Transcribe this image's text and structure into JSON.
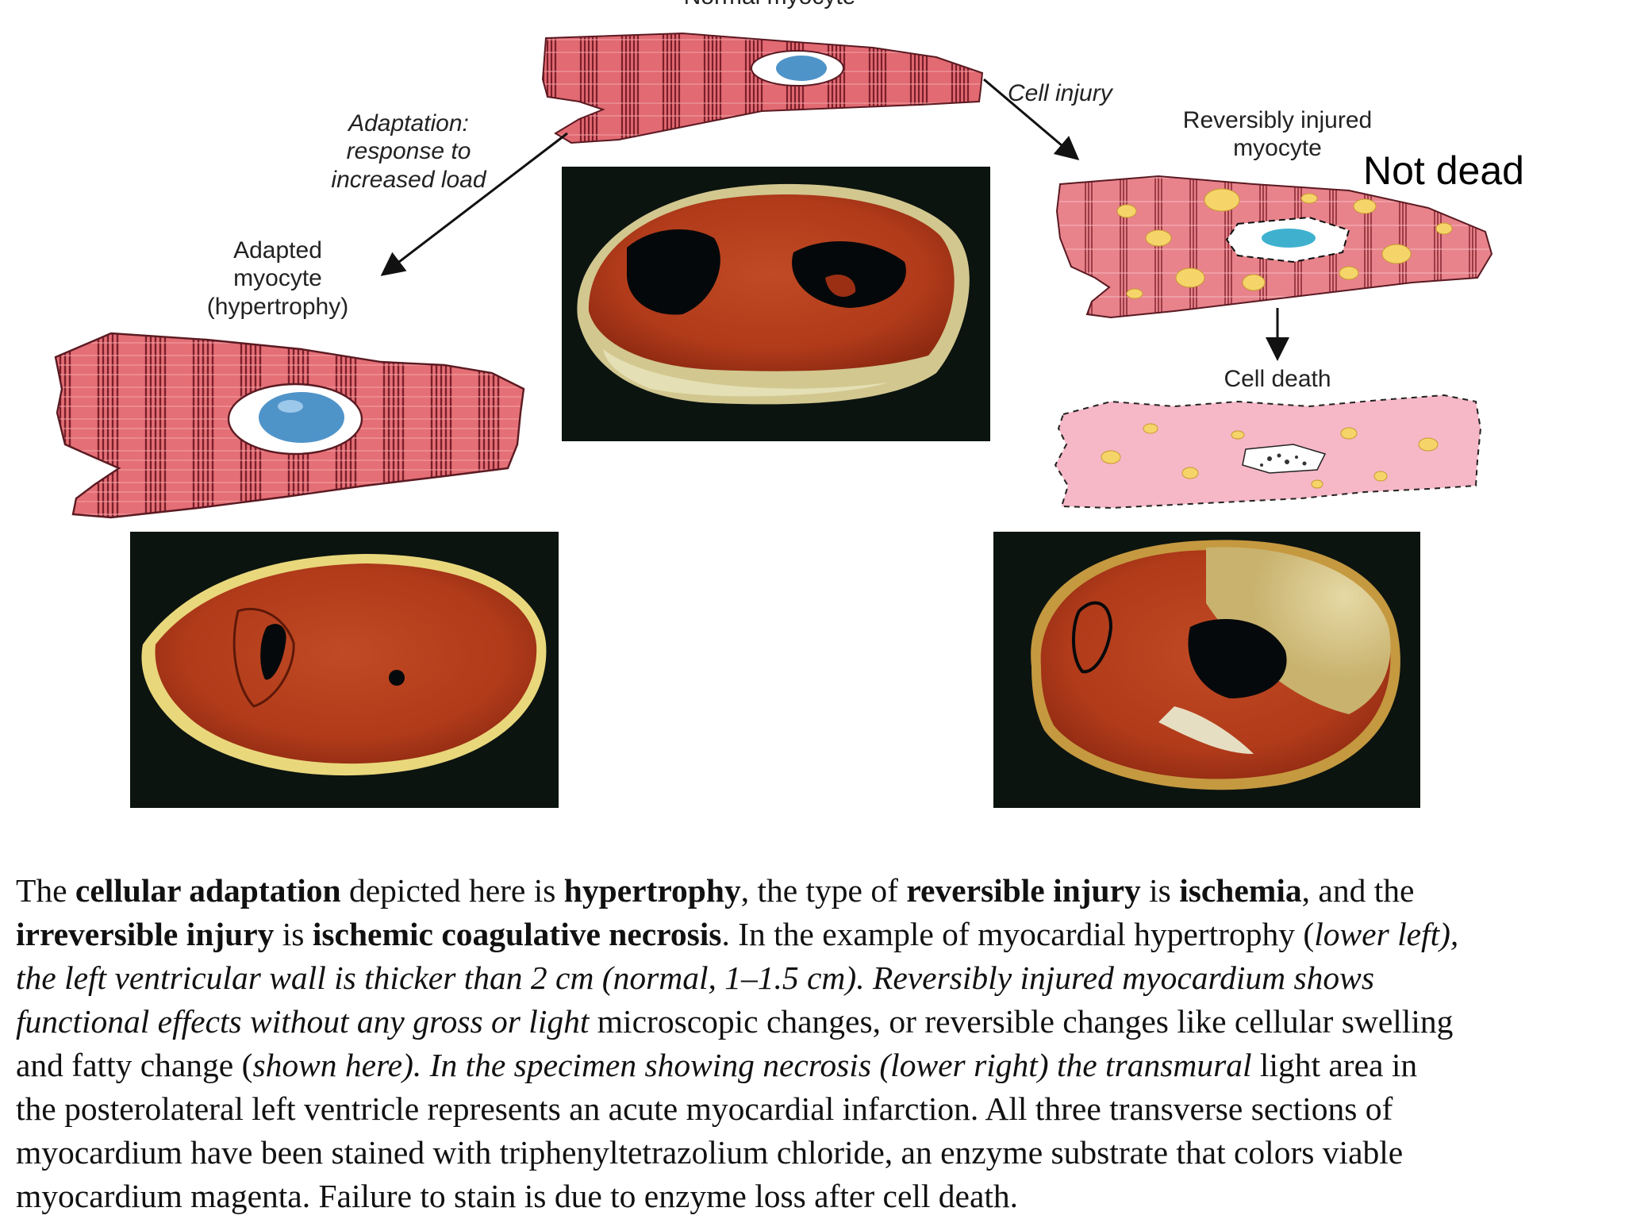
{
  "diagram": {
    "top_partial_label": "Normal myocyte",
    "arrows": {
      "adaptation": [
        "Adaptation:",
        "response to",
        "increased load"
      ],
      "cell_injury": "Cell injury",
      "cell_death": "Cell death"
    },
    "nodes": {
      "adapted": [
        "Adapted",
        "myocyte",
        "(hypertrophy)"
      ],
      "reversibly_injured": [
        "Reversibly injured",
        "myocyte"
      ]
    },
    "annotation": "Not dead"
  },
  "caption": {
    "l1": [
      {
        "t": "The ",
        "s": "n"
      },
      {
        "t": "cellular adaptation",
        "s": "b"
      },
      {
        "t": " depicted here is ",
        "s": "n"
      },
      {
        "t": "hypertrophy",
        "s": "b"
      },
      {
        "t": ", the type of ",
        "s": "n"
      },
      {
        "t": "reversible injury",
        "s": "b"
      },
      {
        "t": " is ",
        "s": "n"
      },
      {
        "t": "ischemia",
        "s": "b"
      },
      {
        "t": ", and the",
        "s": "n"
      }
    ],
    "l2": [
      {
        "t": "irreversible injury",
        "s": "b"
      },
      {
        "t": " is ",
        "s": "n"
      },
      {
        "t": "ischemic coagulative necrosis",
        "s": "b"
      },
      {
        "t": ". In the example of myocardial hypertrophy (",
        "s": "n"
      },
      {
        "t": "lower left),",
        "s": "i"
      }
    ],
    "l3": [
      {
        "t": "the left ventricular wall is thicker than 2 cm (normal, 1–1.5 cm). Reversibly injured myocardium shows",
        "s": "i"
      }
    ],
    "l4": [
      {
        "t": "functional effects without any gross or light",
        "s": "i"
      },
      {
        "t": " microscopic changes, or reversible changes like cellular swelling",
        "s": "n"
      }
    ],
    "l5": [
      {
        "t": "and fatty change (",
        "s": "n"
      },
      {
        "t": "shown here). In the specimen showing necrosis (lower right) the transmural",
        "s": "i"
      },
      {
        "t": " light area in",
        "s": "n"
      }
    ],
    "l6": [
      {
        "t": "the posterolateral left ventricle represents an acute myocardial infarction. All three transverse sections of",
        "s": "n"
      }
    ],
    "l7": [
      {
        "t": "myocardium have been stained with triphenyltetrazolium chloride, an enzyme substrate that colors viable",
        "s": "n"
      }
    ],
    "l8": [
      {
        "t": "myocardium magenta. Failure to stain is due to enzyme loss after cell death.",
        "s": "n"
      }
    ]
  },
  "colors": {
    "myocyte_fill": "#e0686f",
    "stripe": "#7a1f2a",
    "nucleus": "#4f94c9",
    "fat_droplet": "#f5d56a",
    "dead_cell": "#f6b7c6",
    "specimen_bg": "#0c1410",
    "myocardium": "#b6411c",
    "pale_tissue": "#d8c98e"
  },
  "icons": [
    "normal-myocyte-figure",
    "adapted-myocyte-figure",
    "injured-myocyte-figure",
    "dead-cell-figure",
    "heart-section-photo"
  ]
}
